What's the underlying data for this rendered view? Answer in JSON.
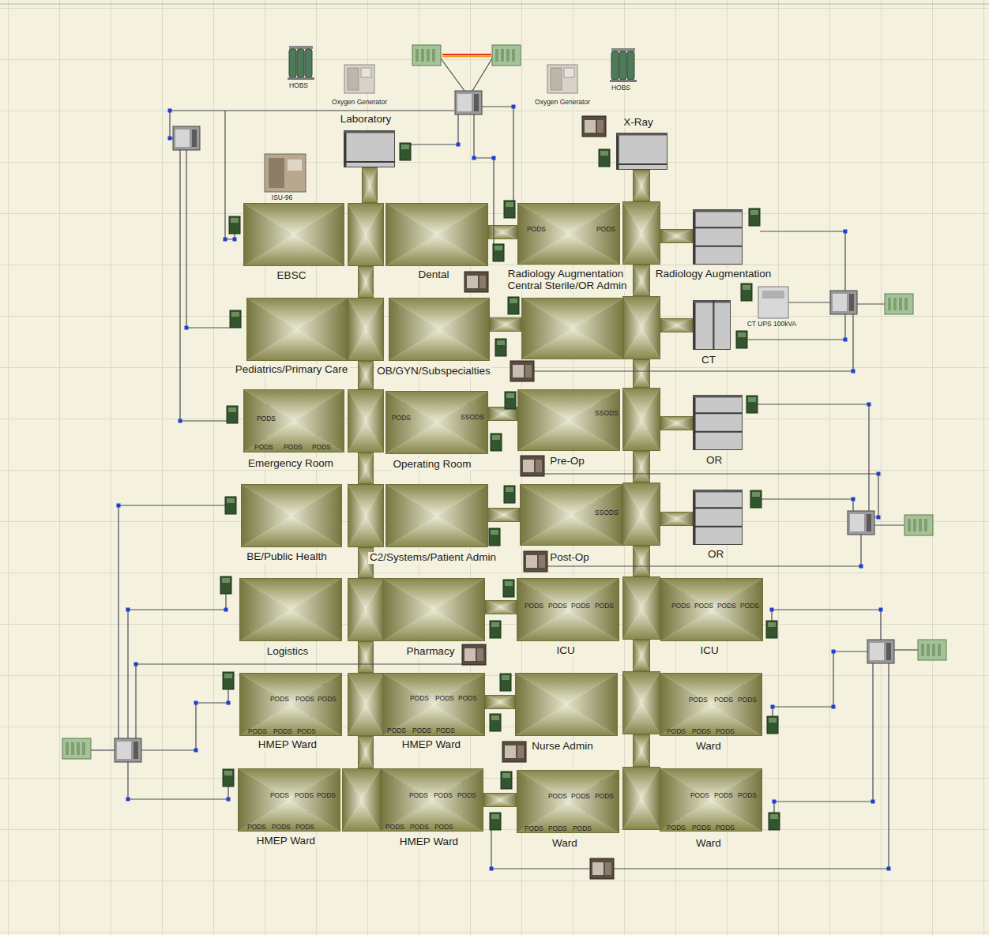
{
  "diagram": {
    "nodes": [
      {
        "text": [
          "Laboratory"
        ]
      },
      {
        "text": [
          "X-Ray"
        ]
      },
      {
        "text": [
          "EBSC"
        ]
      },
      {
        "text": [
          "Dental"
        ]
      },
      {
        "text": [
          "Radiology Augmentation"
        ]
      },
      {
        "text": [
          "Radiology Augmentation"
        ]
      },
      {
        "text": [
          "Pediatrics/Primary Care"
        ]
      },
      {
        "text": [
          "OB/GYN/Subspecialties"
        ]
      },
      {
        "text": [
          "Central Sterile/OR Admin"
        ]
      },
      {
        "text": [
          "CT"
        ]
      },
      {
        "text": [
          "Emergency Room"
        ]
      },
      {
        "text": [
          "Operating Room"
        ]
      },
      {
        "text": [
          "Pre-Op"
        ]
      },
      {
        "text": [
          "OR"
        ]
      },
      {
        "text": [
          "BE/Public Health"
        ]
      },
      {
        "text": [
          "C2/Systems/Patient Admin"
        ]
      },
      {
        "text": [
          "Post-Op"
        ]
      },
      {
        "text": [
          "OR"
        ]
      },
      {
        "text": [
          "Logistics"
        ]
      },
      {
        "text": [
          "Pharmacy"
        ]
      },
      {
        "text": [
          "ICU"
        ]
      },
      {
        "text": [
          "ICU"
        ]
      },
      {
        "text": [
          "HMEP Ward"
        ]
      },
      {
        "text": [
          "HMEP Ward"
        ]
      },
      {
        "text": [
          "Nurse Admin"
        ]
      },
      {
        "text": [
          "Ward"
        ]
      },
      {
        "text": [
          "HMEP Ward"
        ]
      },
      {
        "text": [
          "HMEP Ward"
        ]
      },
      {
        "text": [
          "Ward"
        ]
      },
      {
        "text": [
          "Ward"
        ]
      }
    ],
    "labels": [
      "HOBS",
      "Oxygen Generator",
      "Oxygen Generator",
      "HOBS",
      "ISU-96",
      "PODS",
      "PODS",
      "CT UPS 100kVA",
      "PODS",
      "PODS",
      "SSODS",
      "SSODS",
      "PODS",
      "PODS",
      "PODS",
      "SSODS",
      "PODS",
      "PODS",
      "PODS",
      "PODS",
      "PODS",
      "PODS",
      "PODS",
      "PODS",
      "PODS",
      "PODS",
      "PODS",
      "PODS",
      "PODS",
      "PODS",
      "PODS",
      "PODS",
      "PODS",
      "PODS",
      "PODS",
      "PODS",
      "PODS",
      "PODS",
      "PODS",
      "PODS",
      "PODS",
      "PODS",
      "PODS",
      "PODS",
      "PODS",
      "PODS",
      "PODS",
      "PODS",
      "PODS",
      "PODS",
      "PODS",
      "PODS",
      "PODS",
      "PODS",
      "PODS",
      "PODS",
      "PODS",
      "PODS",
      "PODS",
      "PODS",
      "PODS",
      "PODS",
      "PODS",
      "PODS",
      "PODS",
      "PODS"
    ]
  }
}
